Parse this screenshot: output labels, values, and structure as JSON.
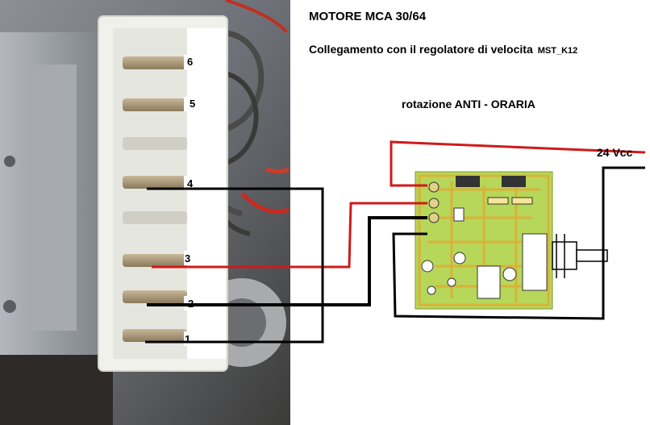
{
  "texts": {
    "title": "MOTORE MCA 30/64",
    "subtitle": "Collegamento con il regolatore di velocita",
    "model": "MST_K12",
    "rotation": "rotazione ANTI - ORARIA",
    "voltage": "24 Vcc"
  },
  "pins": [
    "6",
    "5",
    "4",
    "3",
    "2",
    "1"
  ],
  "colors": {
    "wire_red": "#d01a1a",
    "wire_black": "#000000",
    "pcb_green": "#b7d75a",
    "pcb_trace": "#d9b23a",
    "connector": "#f2f2ee",
    "metal": "#9a9ea4"
  }
}
